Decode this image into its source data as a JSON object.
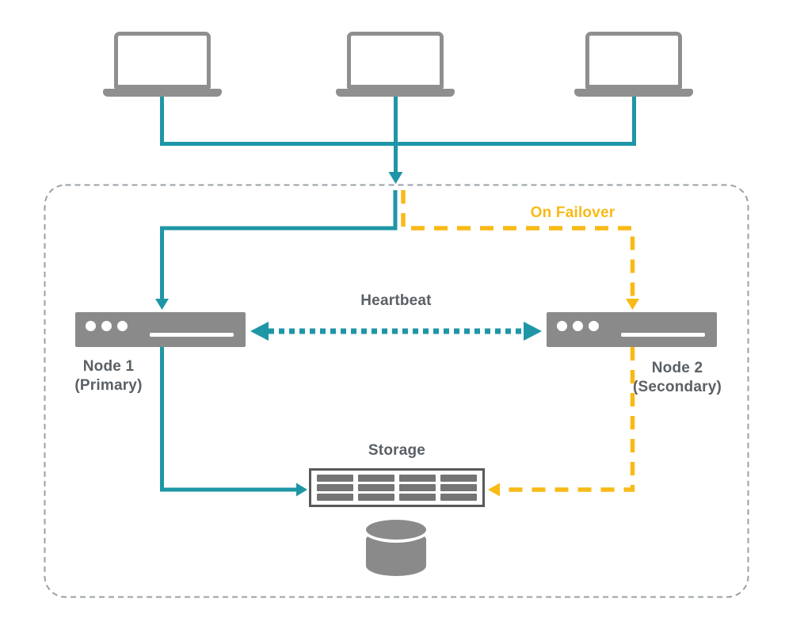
{
  "diagram": {
    "type": "high-availability-cluster-failover",
    "clients": {
      "count": 3,
      "icon": "laptop-icon"
    },
    "labels": {
      "on_failover": "On Failover",
      "heartbeat": "Heartbeat",
      "storage": "Storage"
    },
    "nodes": [
      {
        "name": "Node 1",
        "role": "(Primary)",
        "icon": "server-icon"
      },
      {
        "name": "Node 2",
        "role": "(Secondary)",
        "icon": "server-icon"
      }
    ],
    "links": [
      {
        "name": "client-network",
        "style": "solid",
        "color": "#1E96A6"
      },
      {
        "name": "heartbeat",
        "style": "dotted",
        "color": "#1E96A6"
      },
      {
        "name": "on-failover",
        "style": "dashed",
        "color": "#F8BA17"
      }
    ],
    "storage": {
      "label": "Storage",
      "icon": "storage-array-icon",
      "database_icon": "database-cylinder-icon"
    },
    "colors": {
      "active_path_teal": "#1E96A6",
      "failover_yellow": "#F8BA17",
      "device_gray": "#8A8A8A",
      "device_outline_gray": "#8F8F8F",
      "label_gray": "#5A6065",
      "cluster_boundary_gray": "#9AA0A6",
      "storage_border": "#58595B",
      "disk_bar_gray": "#757575",
      "background": "#FFFFFF"
    }
  }
}
